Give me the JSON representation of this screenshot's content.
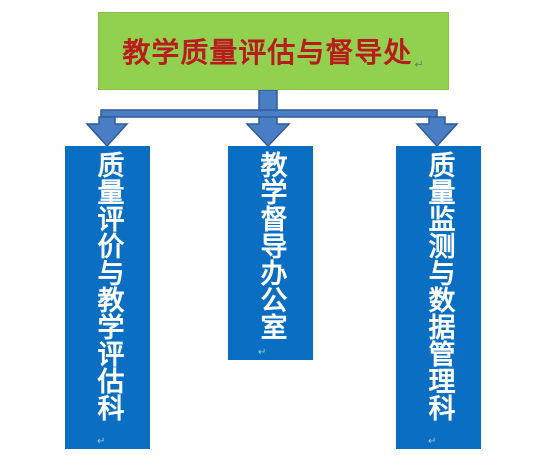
{
  "top_box": {
    "title": "教学质量评估与督导处",
    "fill_color": "#92d050",
    "text_color": "#b81c1c"
  },
  "departments": [
    {
      "label": "质量评价与教学评估科"
    },
    {
      "label": "教学督导办公室"
    },
    {
      "label": "质量监测与数据管理科"
    }
  ],
  "colors": {
    "dept_fill": "#0a6fc2",
    "arrow_fill": "#4a7ec4",
    "arrow_stroke": "#2e5d99"
  },
  "paragraph_mark": "↵"
}
